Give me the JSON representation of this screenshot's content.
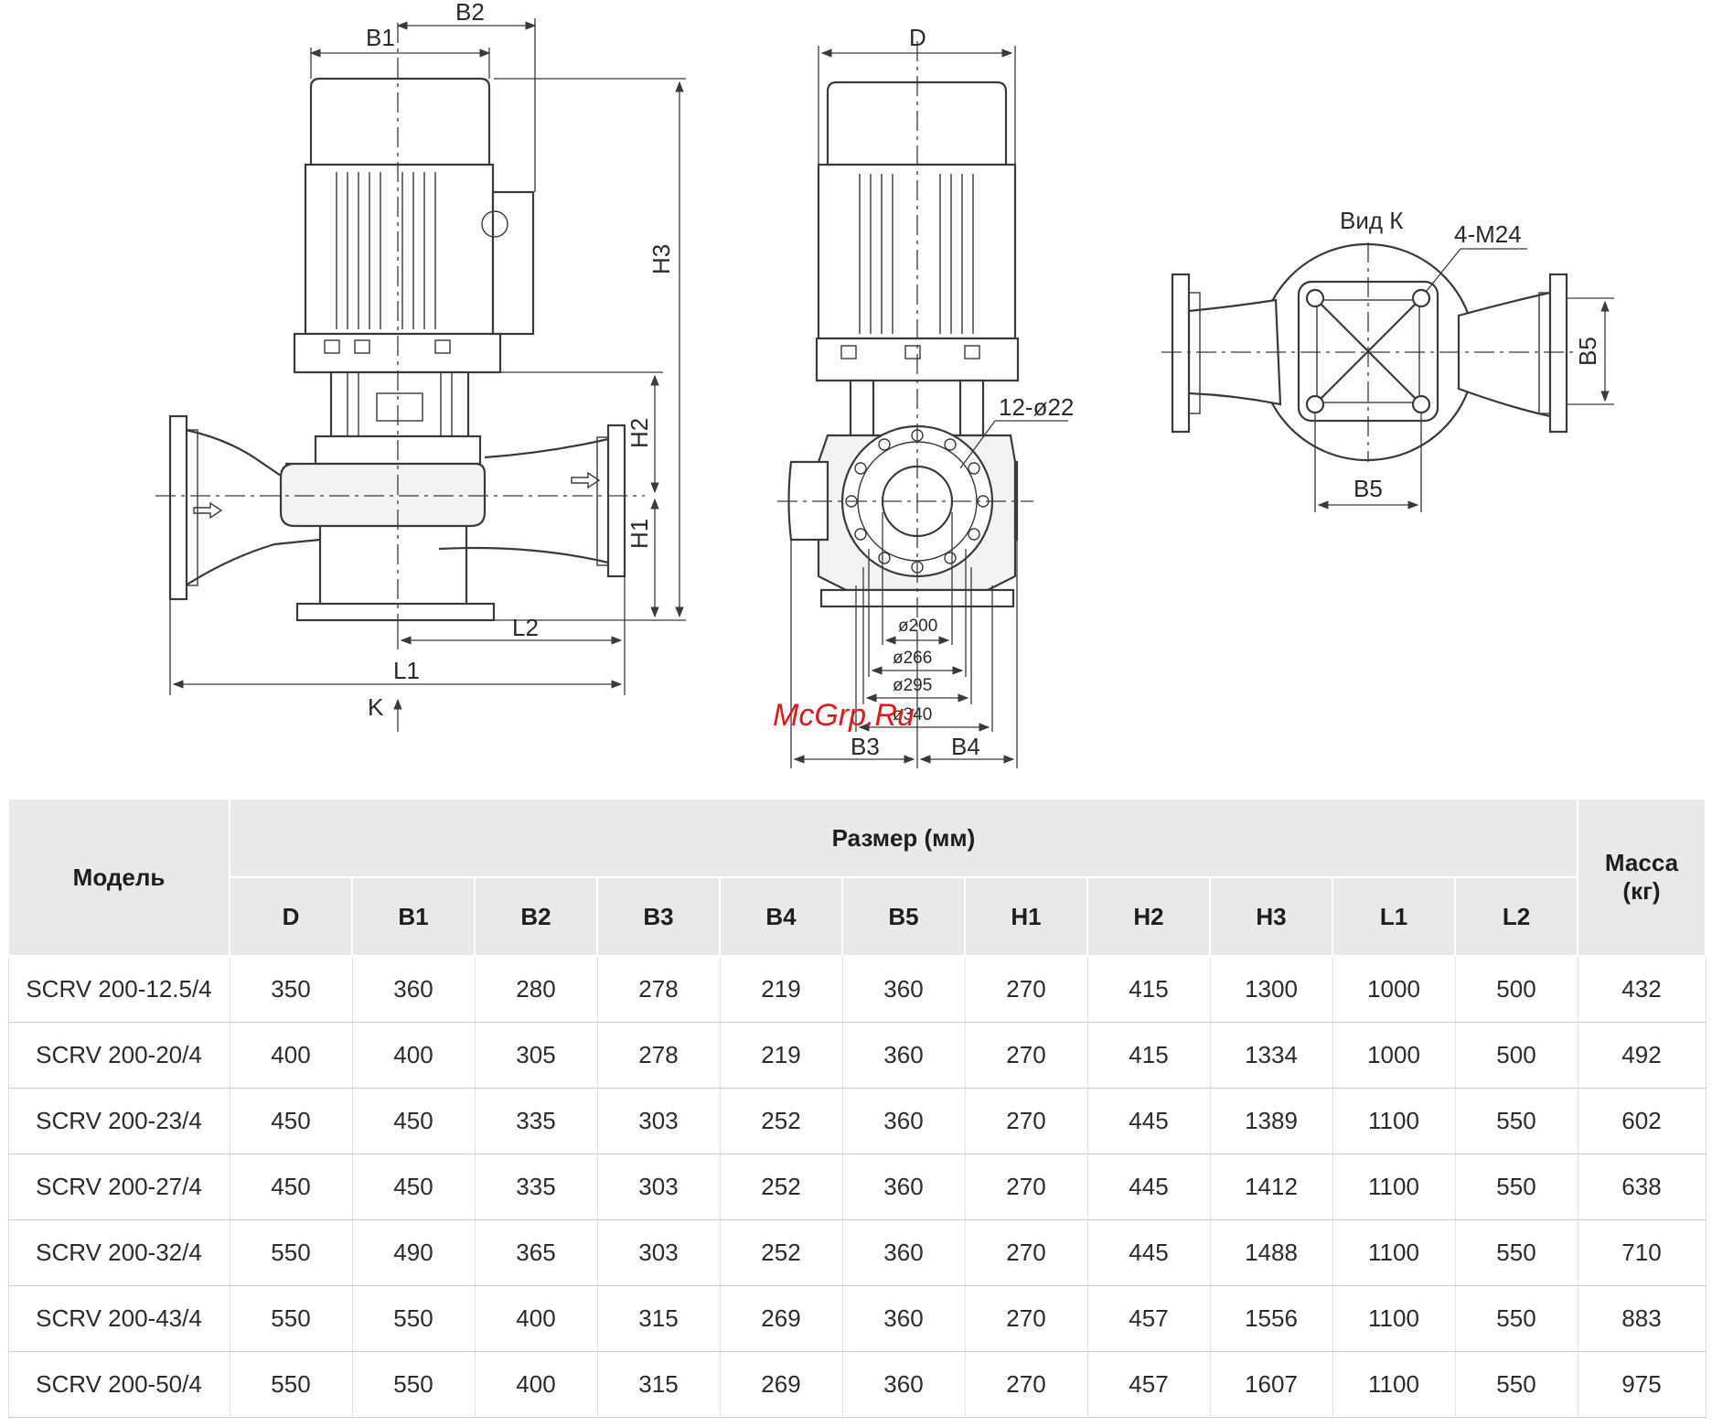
{
  "drawing": {
    "labels": {
      "b1": "B1",
      "b2": "B2",
      "h1": "H1",
      "h2": "H2",
      "h3": "H3",
      "l1": "L1",
      "l2": "L2",
      "k": "K",
      "d": "D",
      "holes": "12-ø22",
      "d200": "ø200",
      "d266": "ø266",
      "d295": "ø295",
      "d340": "ø340",
      "b3": "B3",
      "b4": "B4",
      "view_k": "Вид К",
      "bolts": "4-M24",
      "b5_side": "B5",
      "b5_bottom": "B5"
    },
    "watermark": "McGrp.Ru"
  },
  "table": {
    "header_model": "Модель",
    "header_size": "Размер (мм)",
    "header_mass": "Масса (кг)",
    "columns": [
      "D",
      "B1",
      "B2",
      "B3",
      "B4",
      "B5",
      "H1",
      "H2",
      "H3",
      "L1",
      "L2"
    ],
    "rows": [
      {
        "model": "SCRV 200-12.5/4",
        "values": [
          "350",
          "360",
          "280",
          "278",
          "219",
          "360",
          "270",
          "415",
          "1300",
          "1000",
          "500"
        ],
        "mass": "432"
      },
      {
        "model": "SCRV 200-20/4",
        "values": [
          "400",
          "400",
          "305",
          "278",
          "219",
          "360",
          "270",
          "415",
          "1334",
          "1000",
          "500"
        ],
        "mass": "492"
      },
      {
        "model": "SCRV 200-23/4",
        "values": [
          "450",
          "450",
          "335",
          "303",
          "252",
          "360",
          "270",
          "445",
          "1389",
          "1100",
          "550"
        ],
        "mass": "602"
      },
      {
        "model": "SCRV 200-27/4",
        "values": [
          "450",
          "450",
          "335",
          "303",
          "252",
          "360",
          "270",
          "445",
          "1412",
          "1100",
          "550"
        ],
        "mass": "638"
      },
      {
        "model": "SCRV 200-32/4",
        "values": [
          "550",
          "490",
          "365",
          "303",
          "252",
          "360",
          "270",
          "445",
          "1488",
          "1100",
          "550"
        ],
        "mass": "710"
      },
      {
        "model": "SCRV 200-43/4",
        "values": [
          "550",
          "550",
          "400",
          "315",
          "269",
          "360",
          "270",
          "457",
          "1556",
          "1100",
          "550"
        ],
        "mass": "883"
      },
      {
        "model": "SCRV 200-50/4",
        "values": [
          "550",
          "550",
          "400",
          "315",
          "269",
          "360",
          "270",
          "457",
          "1607",
          "1100",
          "550"
        ],
        "mass": "975"
      }
    ]
  }
}
